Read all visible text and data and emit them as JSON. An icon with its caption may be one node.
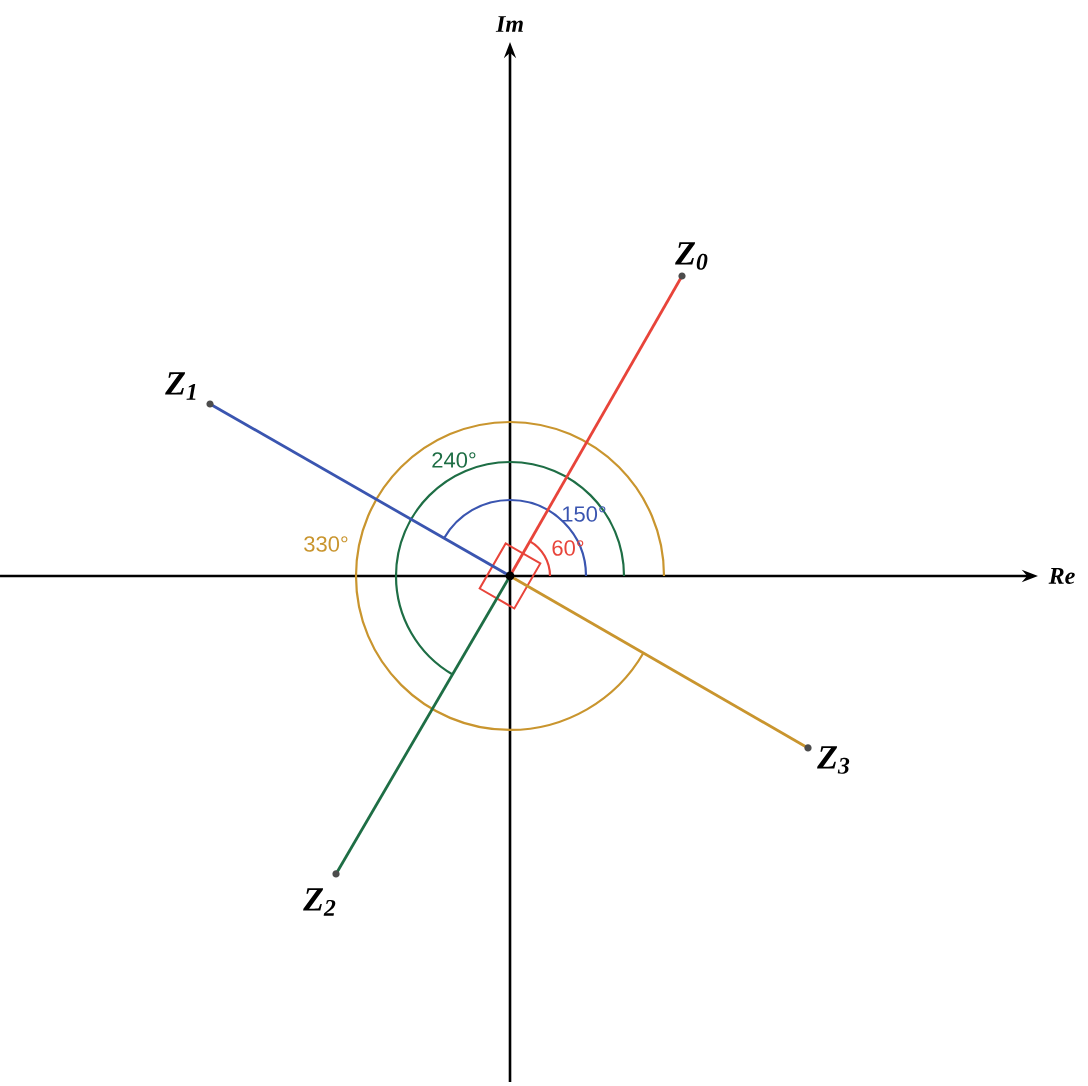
{
  "diagram": {
    "nodes": [
      {
        "text": [
          "Z$_{0}$"
        ]
      },
      {
        "text": [
          "Z$_{1}$"
        ]
      },
      {
        "text": [
          "Z$_{2}$"
        ]
      },
      {
        "text": [
          "Z$_{3}$"
        ]
      }
    ],
    "labels": [
      "Im",
      "240°",
      "150°",
      "330°",
      "60°",
      "Re"
    ]
  }
}
